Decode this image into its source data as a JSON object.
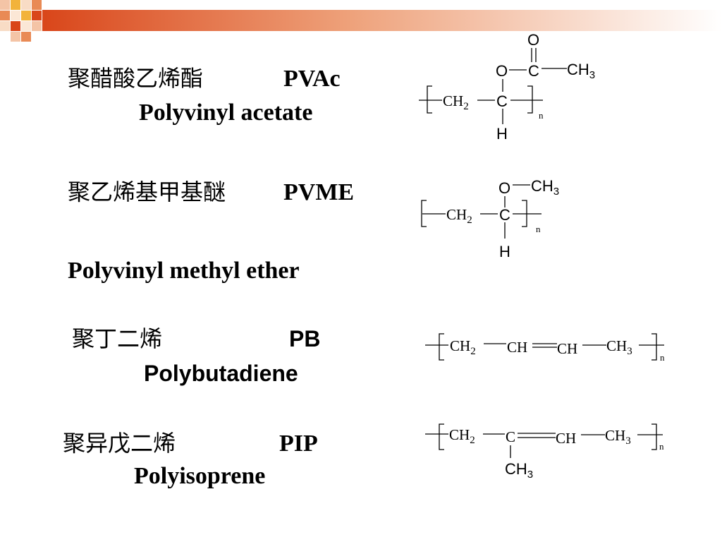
{
  "slide": {
    "accent_colors": [
      "#d9461a",
      "#e98a55",
      "#f4c4a6",
      "#f2b33b"
    ],
    "rows": [
      {
        "cn": "聚醋酸乙烯酯",
        "abbr": "PVAc",
        "en": "Polyvinyl acetate"
      },
      {
        "cn": "聚乙烯基甲基醚",
        "abbr": "PVME",
        "en": "Polyvinyl methyl ether"
      },
      {
        "cn": "聚丁二烯",
        "abbr": "PB",
        "en": "Polybutadiene"
      },
      {
        "cn": "聚异戊二烯",
        "abbr": "PIP",
        "en": "Polyisoprene"
      }
    ]
  },
  "formulas": {
    "pvac": {
      "o_top": "O",
      "o": "O",
      "c_top": "C",
      "ch3": "CH",
      "ch3_sub": "3",
      "ch2": "CH",
      "ch2_sub": "2",
      "c": "C",
      "h": "H",
      "n": "n"
    },
    "pvme": {
      "o": "O",
      "ch3": "CH",
      "ch3_sub": "3",
      "ch2": "CH",
      "ch2_sub": "2",
      "c": "C",
      "h": "H",
      "n": "n"
    },
    "pb": {
      "ch2": "CH",
      "ch2_sub": "2",
      "ch_a": "CH",
      "ch_b": "CH",
      "ch3": "CH",
      "ch3_sub": "3",
      "n": "n"
    },
    "pip": {
      "ch2": "CH",
      "ch2_sub": "2",
      "c": "C",
      "ch": "CH",
      "ch3": "CH",
      "ch3_sub": "3",
      "ch3_low": "CH",
      "ch3_low_sub": "3",
      "n": "n"
    }
  }
}
